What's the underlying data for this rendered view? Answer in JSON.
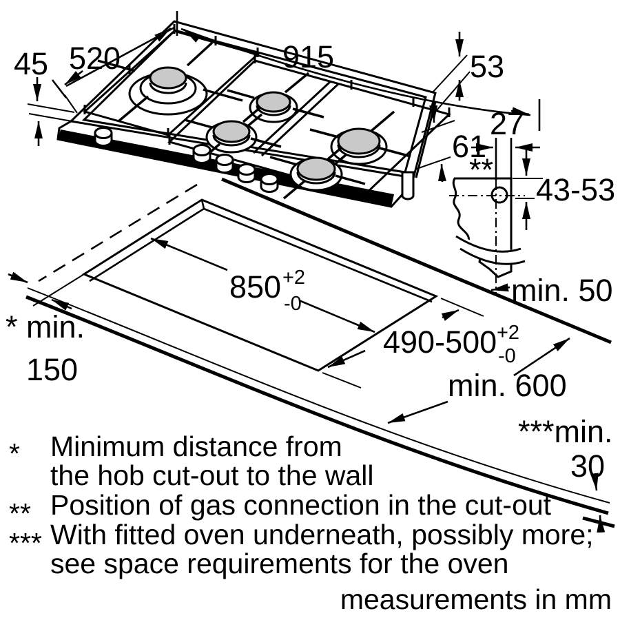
{
  "dims": {
    "hob_width": "915",
    "hob_depth": "520",
    "hob_front_height": "45",
    "hob_edge_height": "53",
    "hob_total_height": "61",
    "gas_offset": "27",
    "gas_marker": "**",
    "gas_depth_range": "43-53",
    "cutout_width": "850",
    "cutout_width_tol_plus": "+2",
    "cutout_width_tol_minus": "-0",
    "cutout_depth": "490-500",
    "cutout_depth_tol_plus": "+2",
    "cutout_depth_tol_minus": "-0"
  },
  "clearances": {
    "side": "min. 50",
    "wall_prefix": "* min.",
    "wall_value": "150",
    "front": "min. 600",
    "oven_prefix": "***min.",
    "oven_value": "30"
  },
  "footnotes": {
    "f1_marker": "*",
    "f1_line1": "Minimum distance from",
    "f1_line2": "the hob cut-out to the wall",
    "f2_marker": "**",
    "f2_line1": "Position of gas connection in the cut-out",
    "f3_marker": "***",
    "f3_line1": "With fitted oven underneath, possibly more;",
    "f3_line2": "see space requirements for the oven"
  },
  "units_note": "measurements in mm",
  "colors": {
    "line": "#000000",
    "burner_fill": "#c9c9c9",
    "background": "#ffffff"
  }
}
